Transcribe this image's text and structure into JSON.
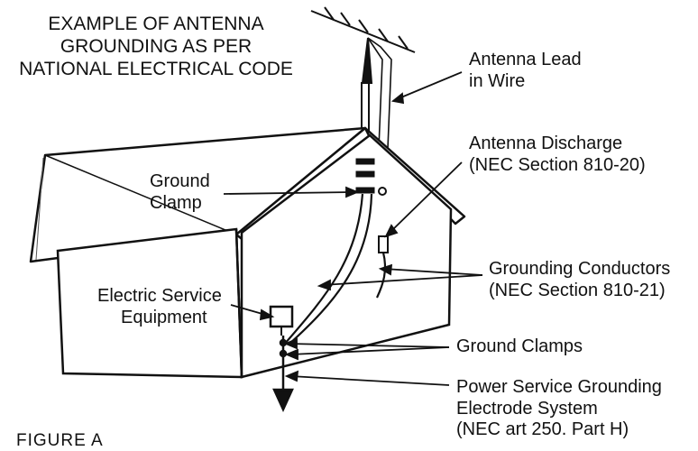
{
  "title": {
    "line1": "EXAMPLE OF ANTENNA",
    "line2": "GROUNDING AS PER",
    "line3": "NATIONAL ELECTRICAL CODE"
  },
  "labels": {
    "antenna_lead": {
      "line1": "Antenna Lead",
      "line2": "in Wire"
    },
    "antenna_discharge": {
      "line1": "Antenna Discharge",
      "line2": "(NEC Section 810-20)"
    },
    "ground_clamp": {
      "line1": "Ground",
      "line2": "Clamp"
    },
    "grounding_conductors": {
      "line1": "Grounding Conductors",
      "line2": "(NEC Section 810-21)"
    },
    "electric_service": {
      "line1": "Electric Service",
      "line2": "Equipment"
    },
    "ground_clamps": {
      "line1": "Ground Clamps"
    },
    "power_service": {
      "line1": "Power Service Grounding",
      "line2": "Electrode System",
      "line3": "(NEC art 250. Part H)"
    }
  },
  "figure_label": "FIGURE A",
  "colors": {
    "ink": "#111111",
    "wall": "#ffffff",
    "hatch": "#555555"
  }
}
